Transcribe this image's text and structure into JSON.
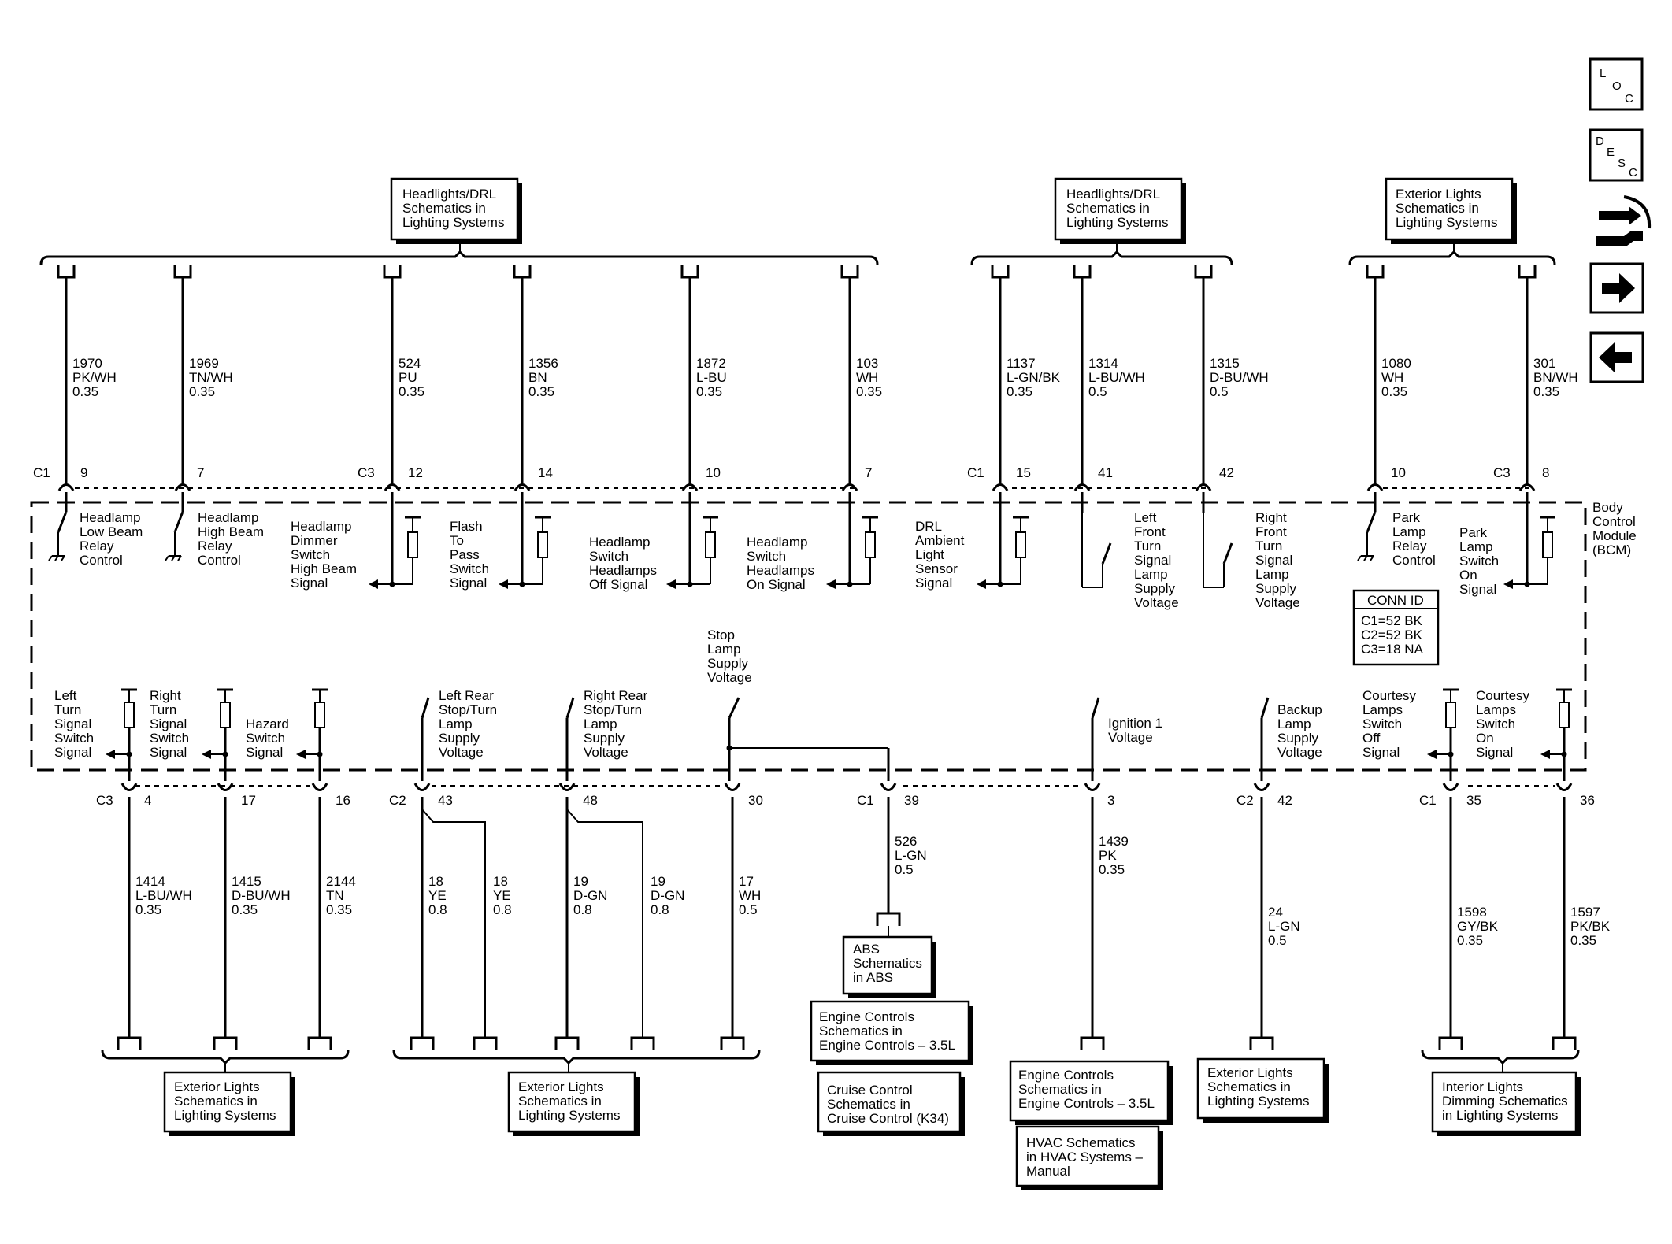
{
  "connectors": {
    "c1_top": "C1",
    "c3_top": "C3",
    "c1_top2": "C1",
    "c3_top2": "C3",
    "c3_bot": "C3",
    "c2_bot": "C2",
    "c1_bot": "C1",
    "c2_bot2": "C2",
    "c1_bot2": "C1"
  },
  "module": {
    "label": [
      "Body",
      "Control",
      "Module",
      "(BCM)"
    ]
  },
  "conn_id": {
    "title": "CONN ID",
    "lines": [
      "C1=52 BK",
      "C2=52 BK",
      "C3=18 NA"
    ]
  },
  "nav": {
    "loc": [
      "L",
      "O",
      "C"
    ],
    "desc": [
      "D",
      "E",
      "S",
      "C"
    ]
  },
  "top_boxes": [
    {
      "lines": [
        "Headlights/DRL",
        "Schematics in",
        "Lighting Systems"
      ]
    },
    {
      "lines": [
        "Headlights/DRL",
        "Schematics in",
        "Lighting Systems"
      ]
    },
    {
      "lines": [
        "Exterior Lights",
        "Schematics in",
        "Lighting Systems"
      ]
    }
  ],
  "top_wires": [
    {
      "circuit": "1970",
      "color": "PK/WH",
      "gauge": "0.35",
      "pin": "9"
    },
    {
      "circuit": "1969",
      "color": "TN/WH",
      "gauge": "0.35",
      "pin": "7"
    },
    {
      "circuit": "524",
      "color": "PU",
      "gauge": "0.35",
      "pin": "12"
    },
    {
      "circuit": "1356",
      "color": "BN",
      "gauge": "0.35",
      "pin": "14"
    },
    {
      "circuit": "1872",
      "color": "L-BU",
      "gauge": "0.35",
      "pin": "10"
    },
    {
      "circuit": "103",
      "color": "WH",
      "gauge": "0.35",
      "pin": "7"
    },
    {
      "circuit": "1137",
      "color": "L-GN/BK",
      "gauge": "0.35",
      "pin": "15"
    },
    {
      "circuit": "1314",
      "color": "L-BU/WH",
      "gauge": "0.5",
      "pin": "41"
    },
    {
      "circuit": "1315",
      "color": "D-BU/WH",
      "gauge": "0.5",
      "pin": "42"
    },
    {
      "circuit": "1080",
      "color": "WH",
      "gauge": "0.35",
      "pin": "10"
    },
    {
      "circuit": "301",
      "color": "BN/WH",
      "gauge": "0.35",
      "pin": "8"
    }
  ],
  "top_labels": [
    {
      "lines": [
        "Headlamp",
        "Low Beam",
        "Relay",
        "Control"
      ]
    },
    {
      "lines": [
        "Headlamp",
        "High Beam",
        "Relay",
        "Control"
      ]
    },
    {
      "lines": [
        "Headlamp",
        "Dimmer",
        "Switch",
        "High Beam",
        "Signal"
      ]
    },
    {
      "lines": [
        "Flash",
        "To",
        "Pass",
        "Switch",
        "Signal"
      ]
    },
    {
      "lines": [
        "Headlamp",
        "Switch",
        "Headlamps",
        "Off Signal"
      ]
    },
    {
      "lines": [
        "Headlamp",
        "Switch",
        "Headlamps",
        "On Signal"
      ]
    },
    {
      "lines": [
        "DRL",
        "Ambient",
        "Light",
        "Sensor",
        "Signal"
      ]
    },
    {
      "lines": [
        "Left",
        "Front",
        "Turn",
        "Signal",
        "Lamp",
        "Supply",
        "Voltage"
      ]
    },
    {
      "lines": [
        "Right",
        "Front",
        "Turn",
        "Signal",
        "Lamp",
        "Supply",
        "Voltage"
      ]
    },
    {
      "lines": [
        "Park",
        "Lamp",
        "Relay",
        "Control"
      ]
    },
    {
      "lines": [
        "Park",
        "Lamp",
        "Switch",
        "On",
        "Signal"
      ]
    }
  ],
  "bottom_labels": [
    {
      "lines": [
        "Left",
        "Turn",
        "Signal",
        "Switch",
        "Signal"
      ]
    },
    {
      "lines": [
        "Right",
        "Turn",
        "Signal",
        "Switch",
        "Signal"
      ]
    },
    {
      "lines": [
        "Hazard",
        "Switch",
        "Signal"
      ]
    },
    {
      "lines": [
        "Left Rear",
        "Stop/Turn",
        "Lamp",
        "Supply",
        "Voltage"
      ]
    },
    {
      "lines": [
        "Right Rear",
        "Stop/Turn",
        "Lamp",
        "Supply",
        "Voltage"
      ]
    },
    {
      "lines": [
        "Stop",
        "Lamp",
        "Supply",
        "Voltage"
      ]
    },
    {
      "lines": [
        "Ignition 1",
        "Voltage"
      ]
    },
    {
      "lines": [
        "Backup",
        "Lamp",
        "Supply",
        "Voltage"
      ]
    },
    {
      "lines": [
        "Courtesy",
        "Lamps",
        "Switch",
        "Off",
        "Signal"
      ]
    },
    {
      "lines": [
        "Courtesy",
        "Lamps",
        "Switch",
        "On",
        "Signal"
      ]
    }
  ],
  "bottom_pins": [
    "4",
    "17",
    "16",
    "43",
    "48",
    "30",
    "39",
    "3",
    "42",
    "35",
    "36"
  ],
  "bottom_wires": [
    {
      "circuit": "1414",
      "color": "L-BU/WH",
      "gauge": "0.35"
    },
    {
      "circuit": "1415",
      "color": "D-BU/WH",
      "gauge": "0.35"
    },
    {
      "circuit": "2144",
      "color": "TN",
      "gauge": "0.35"
    },
    {
      "circuit": "18",
      "color": "YE",
      "gauge": "0.8"
    },
    {
      "circuit": "18",
      "color": "YE",
      "gauge": "0.8"
    },
    {
      "circuit": "19",
      "color": "D-GN",
      "gauge": "0.8"
    },
    {
      "circuit": "19",
      "color": "D-GN",
      "gauge": "0.8"
    },
    {
      "circuit": "17",
      "color": "WH",
      "gauge": "0.5"
    },
    {
      "circuit": "526",
      "color": "L-GN",
      "gauge": "0.5"
    },
    {
      "circuit": "1439",
      "color": "PK",
      "gauge": "0.35"
    },
    {
      "circuit": "24",
      "color": "L-GN",
      "gauge": "0.5"
    },
    {
      "circuit": "1598",
      "color": "GY/BK",
      "gauge": "0.35"
    },
    {
      "circuit": "1597",
      "color": "PK/BK",
      "gauge": "0.35"
    }
  ],
  "bottom_boxes": [
    {
      "lines": [
        "Exterior Lights",
        "Schematics in",
        "Lighting Systems"
      ]
    },
    {
      "lines": [
        "Exterior Lights",
        "Schematics in",
        "Lighting Systems"
      ]
    },
    {
      "lines": [
        "ABS",
        "Schematics",
        "in ABS"
      ]
    },
    {
      "lines": [
        "Engine Controls",
        "Schematics in",
        "Engine Controls – 3.5L"
      ]
    },
    {
      "lines": [
        "Cruise Control",
        "Schematics in",
        "Cruise Control (K34)"
      ]
    },
    {
      "lines": [
        "Engine Controls",
        "Schematics in",
        "Engine Controls – 3.5L"
      ]
    },
    {
      "lines": [
        "HVAC Schematics",
        "in HVAC Systems –",
        "Manual"
      ]
    },
    {
      "lines": [
        "Exterior Lights",
        "Schematics in",
        "Lighting Systems"
      ]
    },
    {
      "lines": [
        "Interior Lights",
        "Dimming Schematics",
        "in Lighting Systems"
      ]
    }
  ]
}
